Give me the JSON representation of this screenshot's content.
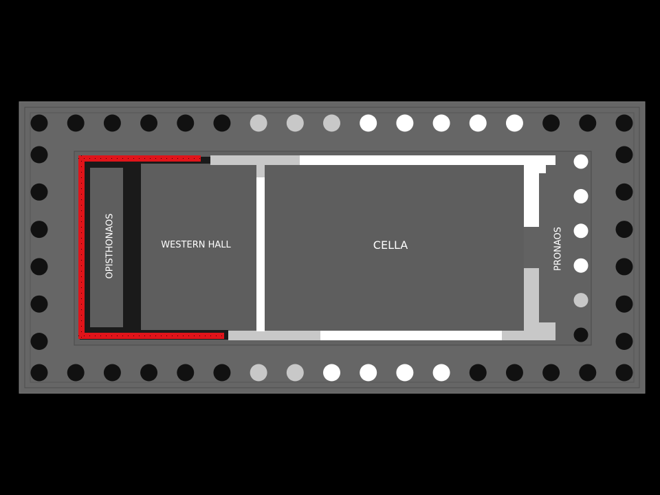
{
  "labels": {
    "opisthonaos": "OPISTHONAOS",
    "western_hall": "WESTERN HALL",
    "cella": "CELLA",
    "pronaos": "PRONAOS"
  },
  "colors": {
    "background": "#000000",
    "stylobate": "#666666",
    "interior": "#5e5e5e",
    "column_dark": "#111111",
    "column_grey": "#c8c8c8",
    "column_white": "#ffffff",
    "wall_white": "#ffffff",
    "wall_grey": "#c8c8c8",
    "wall_black": "#1a1a1a",
    "highlight_red": "#e0141a"
  },
  "columns": {
    "top": [
      "dark",
      "dark",
      "dark",
      "dark",
      "dark",
      "dark",
      "grey",
      "grey",
      "grey",
      "white",
      "white",
      "white",
      "white",
      "white",
      "dark",
      "dark",
      "dark"
    ],
    "bottom": [
      "dark",
      "dark",
      "dark",
      "dark",
      "dark",
      "dark",
      "grey",
      "grey",
      "white",
      "white",
      "white",
      "white",
      "dark",
      "dark",
      "dark",
      "dark",
      "dark"
    ],
    "left": [
      "dark",
      "dark",
      "dark",
      "dark",
      "dark",
      "dark"
    ],
    "right": [
      "dark",
      "dark",
      "dark",
      "dark",
      "dark",
      "dark"
    ],
    "pronaos": [
      "white",
      "white",
      "white",
      "white",
      "grey",
      "dark"
    ]
  }
}
